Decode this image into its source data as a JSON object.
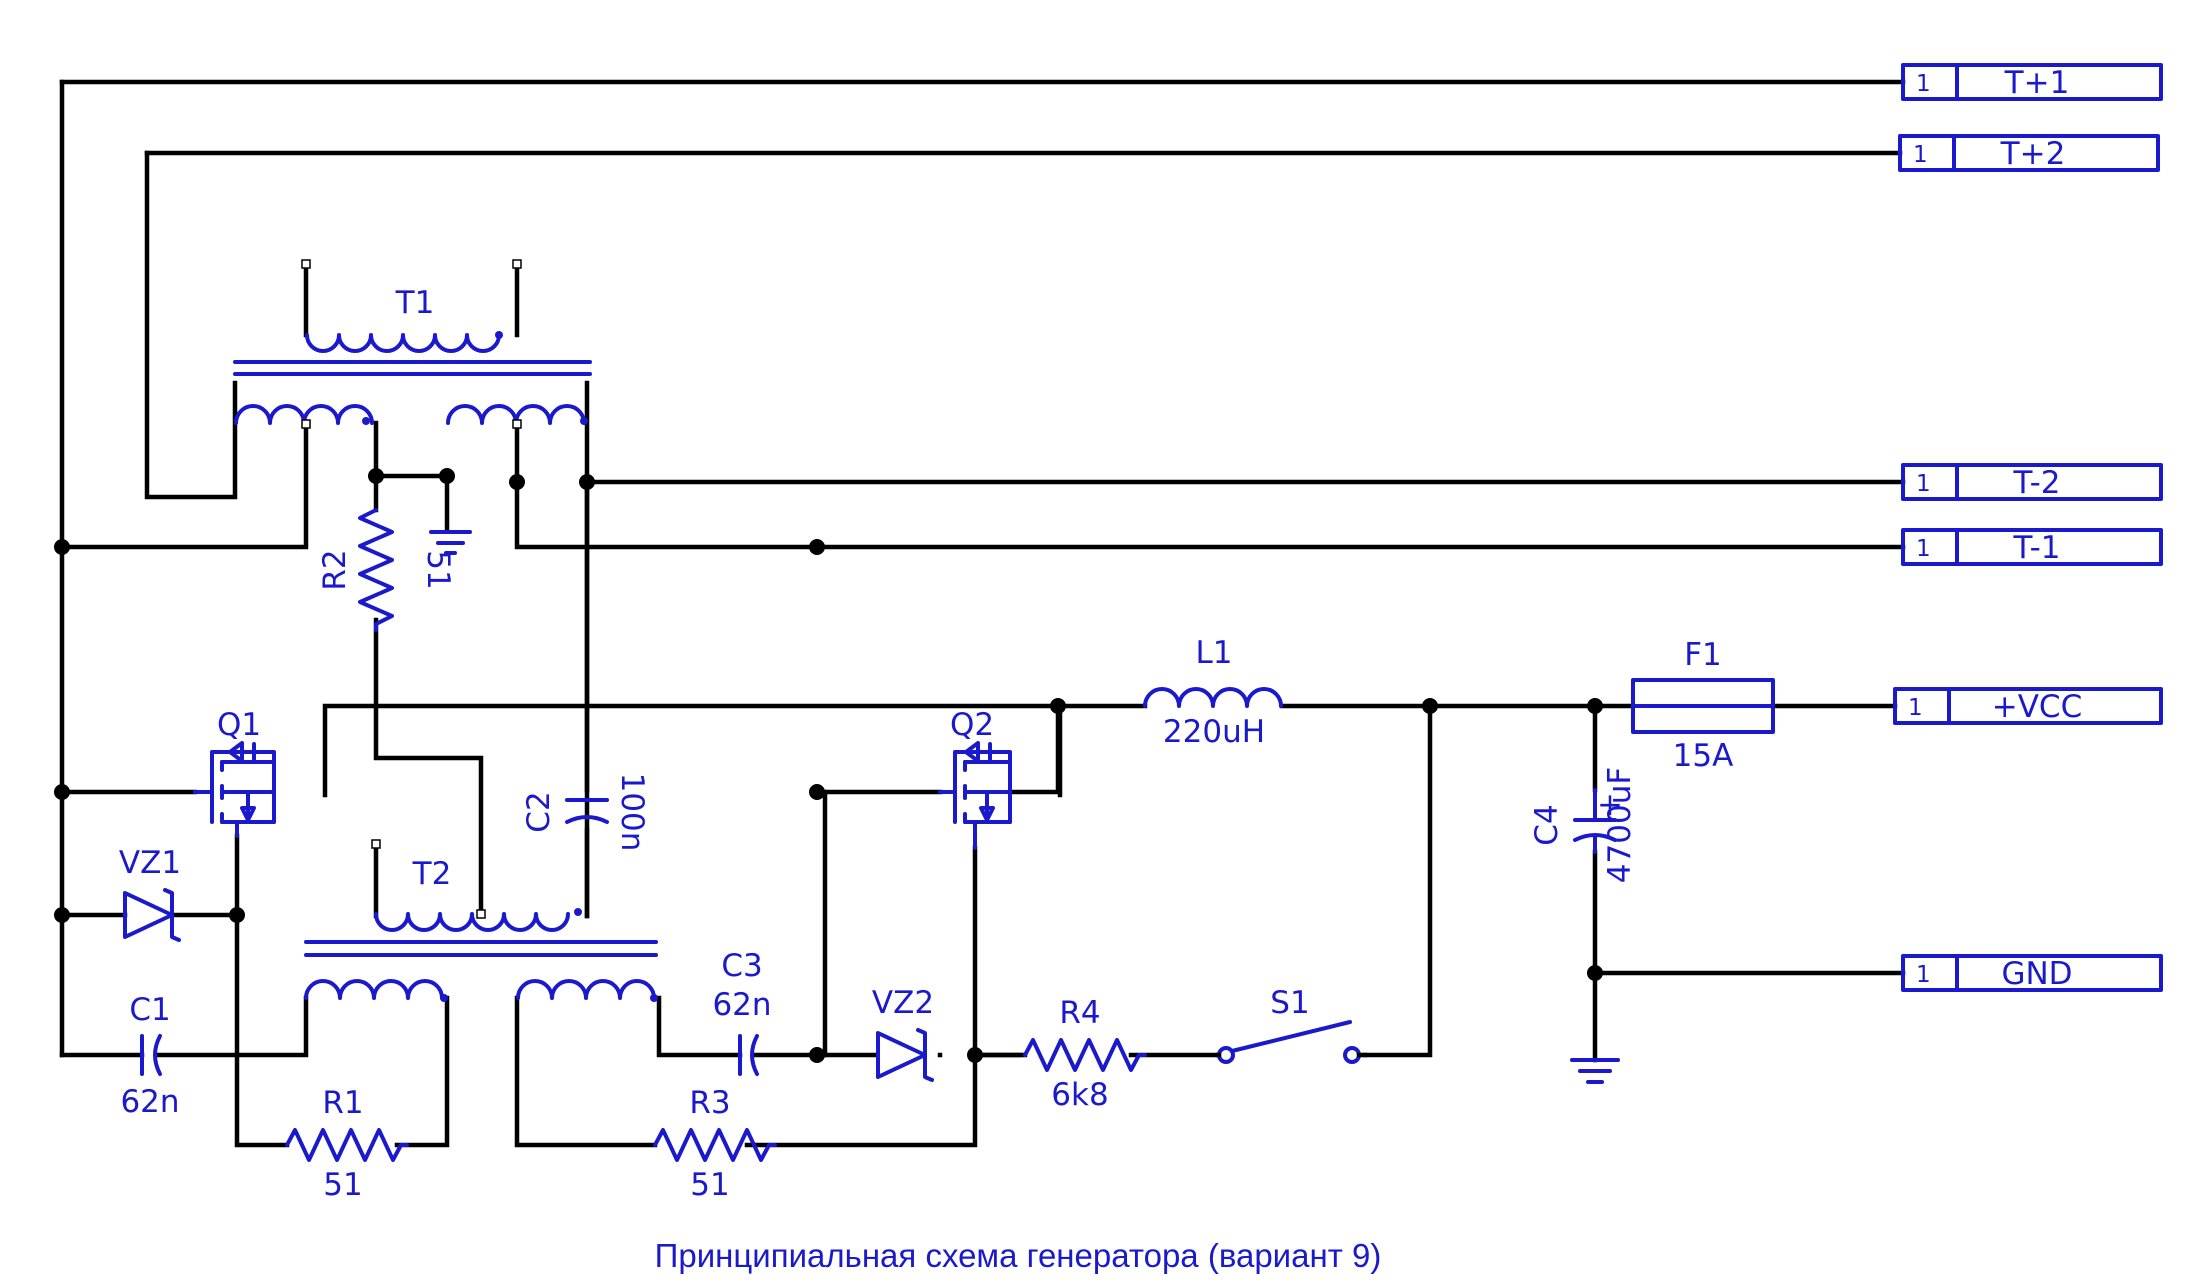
{
  "caption": "Принципиальная схема генератора (вариант 9)",
  "colors": {
    "symbol": "#1a1acc",
    "wire": "#000000",
    "background": "#ffffff"
  },
  "connectors": [
    {
      "id": "T+1",
      "pin": "1",
      "label": "T+1"
    },
    {
      "id": "T+2",
      "pin": "1",
      "label": "T+2"
    },
    {
      "id": "T-2",
      "pin": "1",
      "label": "T-2"
    },
    {
      "id": "T-1",
      "pin": "1",
      "label": "T-1"
    },
    {
      "id": "VCC",
      "pin": "1",
      "label": "+VCC"
    },
    {
      "id": "GND",
      "pin": "1",
      "label": "GND"
    }
  ],
  "components": {
    "T1": {
      "ref": "T1"
    },
    "T2": {
      "ref": "T2"
    },
    "R1": {
      "ref": "R1",
      "value": "51"
    },
    "R2": {
      "ref": "R2",
      "value": "51"
    },
    "R3": {
      "ref": "R3",
      "value": "51"
    },
    "R4": {
      "ref": "R4",
      "value": "6k8"
    },
    "C1": {
      "ref": "C1",
      "value": "62n"
    },
    "C2": {
      "ref": "C2",
      "value": "100n"
    },
    "C3": {
      "ref": "C3",
      "value": "62n"
    },
    "C4": {
      "ref": "C4",
      "value": "4700uF",
      "polarity": "+"
    },
    "L1": {
      "ref": "L1",
      "value": "220uH"
    },
    "F1": {
      "ref": "F1",
      "value": "15A"
    },
    "Q1": {
      "ref": "Q1"
    },
    "Q2": {
      "ref": "Q2"
    },
    "VZ1": {
      "ref": "VZ1"
    },
    "VZ2": {
      "ref": "VZ2"
    },
    "S1": {
      "ref": "S1"
    }
  },
  "symbols": [
    "transformer-icon",
    "resistor-icon",
    "capacitor-icon",
    "polarized-capacitor-icon",
    "inductor-icon",
    "fuse-icon",
    "mosfet-icon",
    "zener-diode-icon",
    "switch-icon",
    "ground-icon",
    "connector-icon"
  ]
}
